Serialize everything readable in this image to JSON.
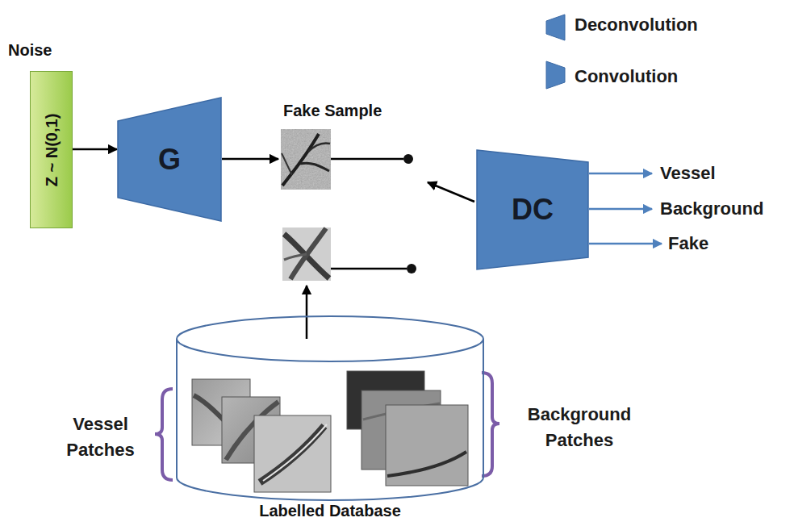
{
  "diagram": {
    "nodes": [
      {
        "text": [
          "Noise",
          "Z ~ N(0,1)"
        ]
      },
      {
        "text": [
          "G"
        ]
      },
      {
        "text": [
          "Fake Sample"
        ]
      },
      {
        "text": [
          "DC"
        ]
      },
      {
        "text": [
          "Labelled Database"
        ]
      }
    ],
    "edges": [
      {
        "from": 0,
        "to": 1,
        "arrow": "to"
      },
      {
        "from": 1,
        "to": 2,
        "arrow": "to"
      }
    ],
    "labels": [
      "Vessel",
      "Background",
      "Fake",
      "Vessel Patches",
      "Background Patches"
    ],
    "legend": [
      {
        "text": "Deconvolution"
      },
      {
        "text": "Convolution"
      }
    ]
  }
}
